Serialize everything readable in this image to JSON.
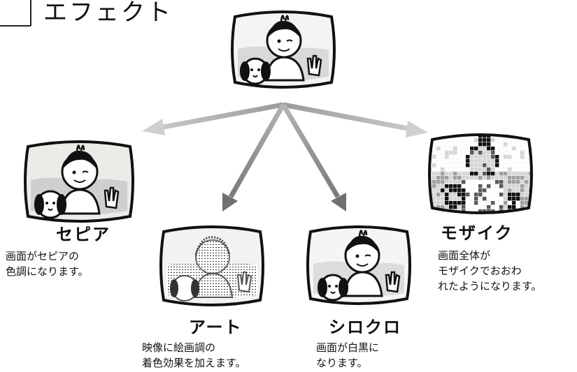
{
  "header": {
    "title": "エフェクト"
  },
  "effects": [
    {
      "key": "sepia",
      "name": "セピア",
      "desc_lines": [
        "画面がセピアの",
        "色調になります。"
      ]
    },
    {
      "key": "art",
      "name": "アート",
      "desc_lines": [
        "映像に絵画調の",
        "着色効果を加えます。"
      ]
    },
    {
      "key": "mono",
      "name": "シロクロ",
      "desc_lines": [
        "画面が白黒に",
        "なります。"
      ]
    },
    {
      "key": "mosaic",
      "name": "モザイク",
      "desc_lines": [
        "画面全体が",
        "モザイクでおおわ",
        "れたようになります。"
      ]
    }
  ],
  "colors": {
    "ink": "#111111",
    "arrow_light": "#c9c9c9",
    "arrow_dark": "#8a8a8a"
  }
}
